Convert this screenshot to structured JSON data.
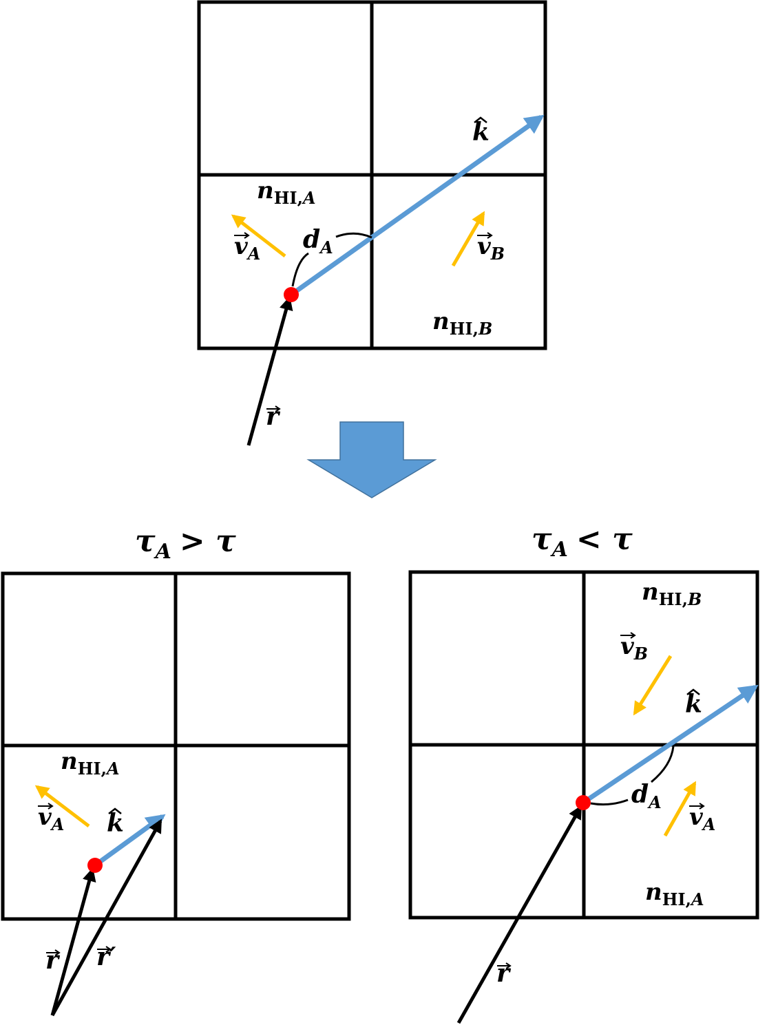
{
  "colors": {
    "grid": "#000000",
    "ray": "#5b9bd5",
    "velocity": "#ffc000",
    "position_vector": "#000000",
    "origin_point": "#ff0000",
    "transition_arrow": "#5b9bd5"
  },
  "labels": {
    "k_hat": "k",
    "r": "r",
    "r_prime": "r′",
    "v": "v",
    "d": "d",
    "n": "n",
    "hi": "HI",
    "sub_A": "A",
    "sub_B": "B",
    "comma": ","
  },
  "panels": {
    "left": {
      "heading_tau_a": "τ",
      "heading_sub": "A",
      "heading_rel": "> τ"
    },
    "right": {
      "heading_tau_a": "τ",
      "heading_sub": "A",
      "heading_rel": "< τ"
    }
  },
  "icons": {
    "vector_arrow": "right-arrow-accent",
    "unit_hat": "hat-accent",
    "transition": "down-block-arrow"
  }
}
